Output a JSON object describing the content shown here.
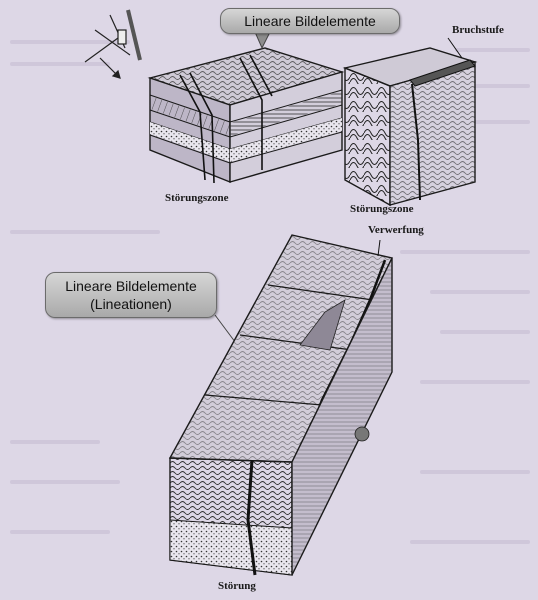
{
  "callouts": {
    "top": "Lineare Bildelemente",
    "left_line1": "Lineare Bildelemente",
    "left_line2": "(Lineationen)"
  },
  "labels": {
    "stoerungszone_left": "Störungszone",
    "stoerungszone_right": "Störungszone",
    "bruchstufe": "Bruchstufe",
    "verwerfung": "Verwerfung",
    "stoerung": "Störung"
  },
  "colors": {
    "background": "#ddd7e6",
    "ink": "#1a1a1a",
    "callout_fill": "#bdbdbd"
  }
}
